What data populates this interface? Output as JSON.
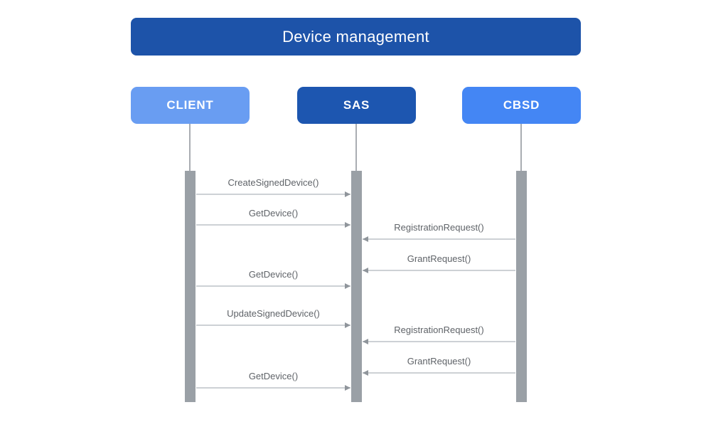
{
  "diagram": {
    "title": "Device management",
    "type": "sequence-diagram",
    "actors": [
      {
        "id": "client",
        "label": "CLIENT",
        "color": "#699df2"
      },
      {
        "id": "sas",
        "label": "SAS",
        "color": "#1d56b0"
      },
      {
        "id": "cbsd",
        "label": "CBSD",
        "color": "#4486f4"
      }
    ],
    "messages": [
      {
        "label": "CreateSignedDevice()",
        "from": "CLIENT",
        "to": "SAS"
      },
      {
        "label": "GetDevice()",
        "from": "CLIENT",
        "to": "SAS"
      },
      {
        "label": "RegistrationRequest()",
        "from": "CBSD",
        "to": "SAS"
      },
      {
        "label": "GrantRequest()",
        "from": "CBSD",
        "to": "SAS"
      },
      {
        "label": "GetDevice()",
        "from": "CLIENT",
        "to": "SAS"
      },
      {
        "label": "UpdateSignedDevice()",
        "from": "CLIENT",
        "to": "SAS"
      },
      {
        "label": "RegistrationRequest()",
        "from": "CBSD",
        "to": "SAS"
      },
      {
        "label": "GrantRequest()",
        "from": "CBSD",
        "to": "SAS"
      },
      {
        "label": "GetDevice()",
        "from": "CLIENT",
        "to": "SAS"
      }
    ],
    "colors": {
      "title_bg": "#1d53a9",
      "client_bg": "#699df2",
      "sas_bg": "#1d56b0",
      "cbsd_bg": "#4486f4",
      "lifeline": "#a9adb2",
      "activation_bar": "#9aa0a6",
      "arrow_line": "#cdd1d5",
      "arrow_head": "#8f959b",
      "label_text": "#5f6368",
      "background": "#ffffff"
    }
  }
}
